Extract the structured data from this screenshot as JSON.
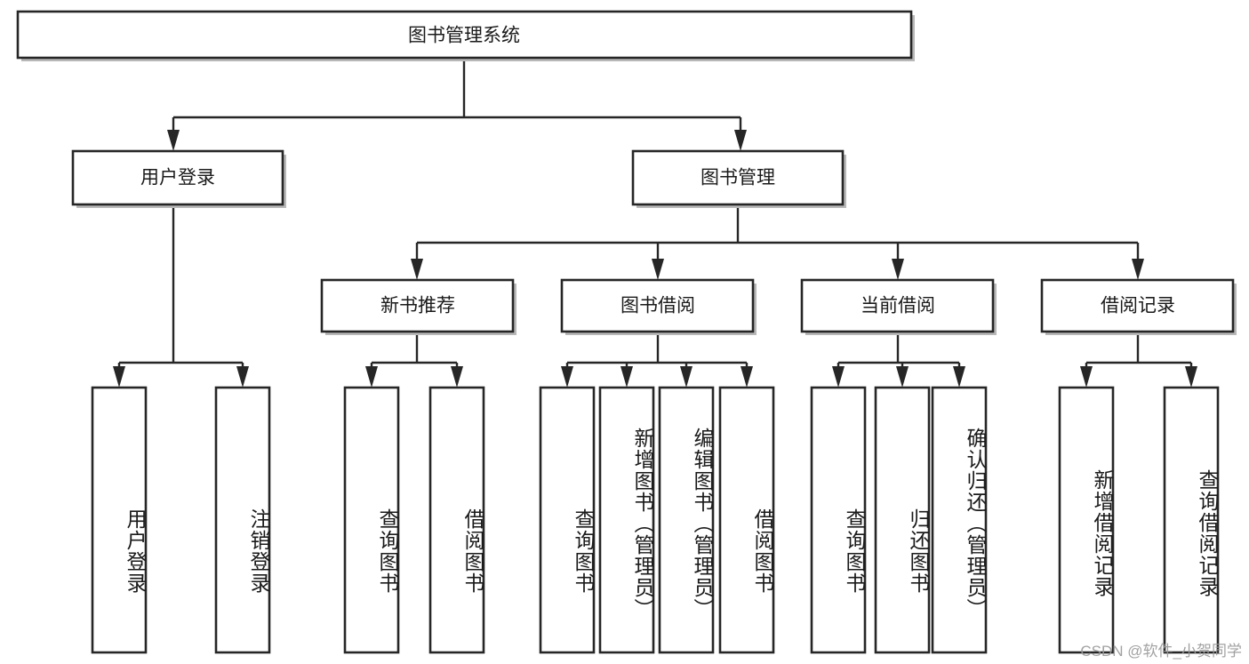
{
  "diagram": {
    "title": "图书管理系统",
    "type": "tree-hierarchy",
    "watermark": "CSDN @软件_小贺同学",
    "colors": {
      "box_stroke": "#262626",
      "box_fill": "#ffffff",
      "edge": "#262626",
      "text": "#1a1a1a",
      "watermark": "#9a9a9a"
    },
    "levels": {
      "root": {
        "label": "图书管理系统"
      },
      "level2": [
        {
          "label": "用户登录"
        },
        {
          "label": "图书管理"
        }
      ],
      "level3": [
        {
          "label": "新书推荐"
        },
        {
          "label": "图书借阅"
        },
        {
          "label": "当前借阅"
        },
        {
          "label": "借阅记录"
        }
      ],
      "leaves": [
        {
          "label": "用户登录",
          "parent": "用户登录"
        },
        {
          "label": "注销登录",
          "parent": "用户登录"
        },
        {
          "label": "查询图书",
          "parent": "新书推荐"
        },
        {
          "label": "借阅图书",
          "parent": "新书推荐"
        },
        {
          "label": "查询图书",
          "parent": "图书借阅"
        },
        {
          "label": "新增图书（管理员）",
          "parent": "图书借阅"
        },
        {
          "label": "编辑图书（管理员）",
          "parent": "图书借阅"
        },
        {
          "label": "借阅图书",
          "parent": "图书借阅"
        },
        {
          "label": "查询图书",
          "parent": "当前借阅"
        },
        {
          "label": "归还图书",
          "parent": "当前借阅"
        },
        {
          "label": "确认归还（管理员）",
          "parent": "当前借阅"
        },
        {
          "label": "新增借阅记录",
          "parent": "借阅记录"
        },
        {
          "label": "查询借阅记录",
          "parent": "借阅记录"
        }
      ]
    }
  }
}
